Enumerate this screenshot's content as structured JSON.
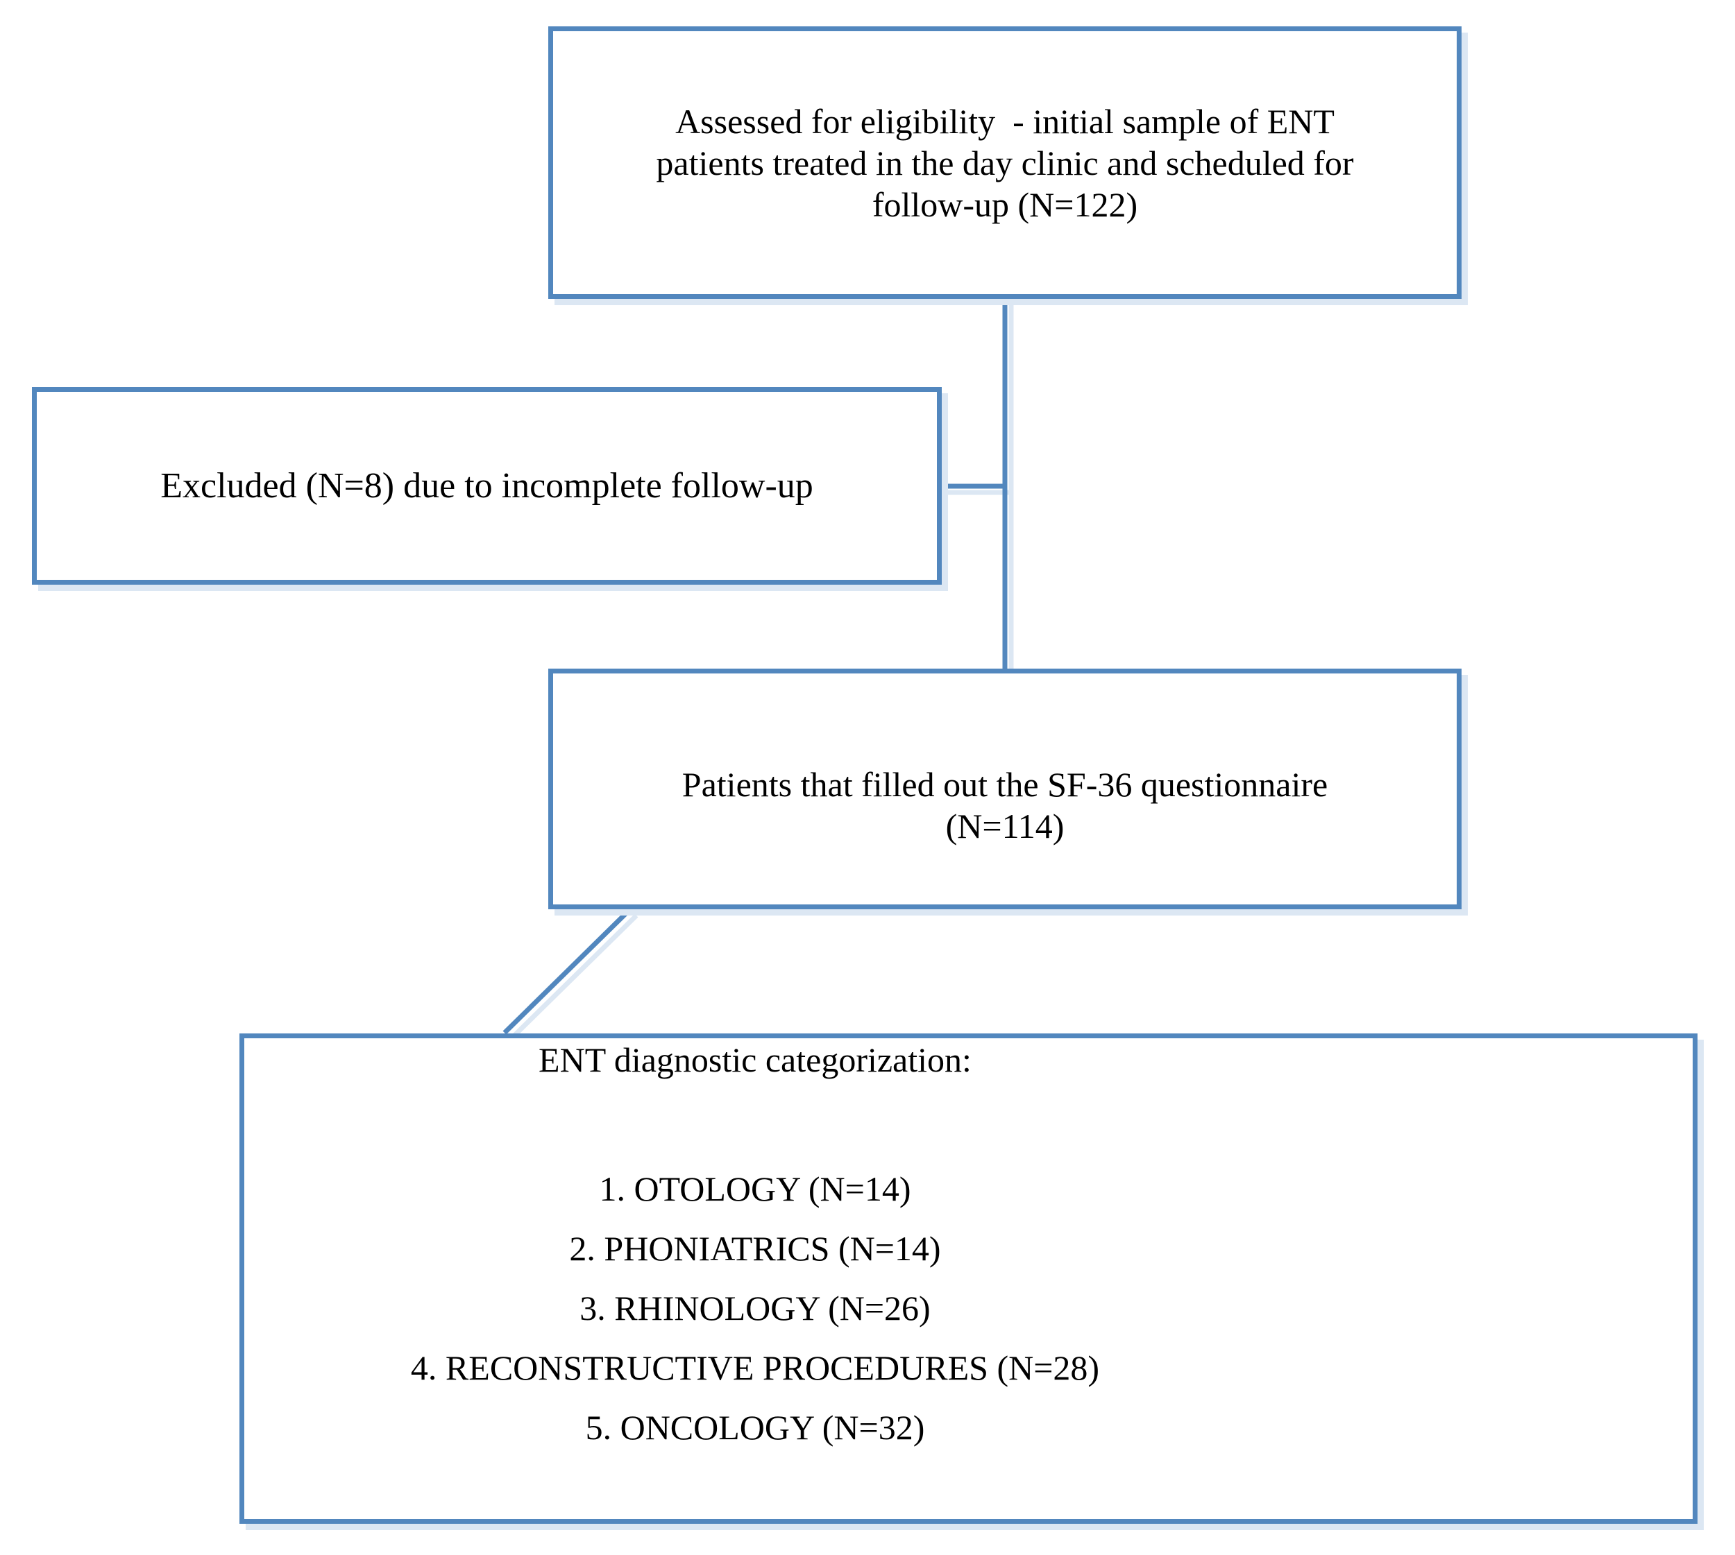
{
  "diagram": {
    "eligibility_box": {
      "lines": [
        "Assessed for eligibility  - initial sample of ENT",
        "patients treated in the day clinic and scheduled for",
        "follow-up (N=122)"
      ],
      "n": 122
    },
    "excluded_box": {
      "text": "Excluded (N=8) due to incomplete follow-up",
      "n": 8
    },
    "questionnaire_box": {
      "lines": [
        "Patients that filled out the SF-36 questionnaire",
        "(N=114)"
      ],
      "n": 114
    },
    "categorization_box": {
      "title": "ENT diagnostic categorization:",
      "items": [
        "1. OTOLOGY (N=14)",
        "2. PHONIATRICS (N=14)",
        "3. RHINOLOGY (N=26)",
        "4. RECONSTRUCTIVE PROCEDURES (N=28)",
        "5. ONCOLOGY (N=32)"
      ]
    }
  },
  "colors": {
    "box_border": "#5287be",
    "connector": "#5287be",
    "shadow": "#dce7f3",
    "text": "#000000",
    "background": "#ffffff"
  }
}
